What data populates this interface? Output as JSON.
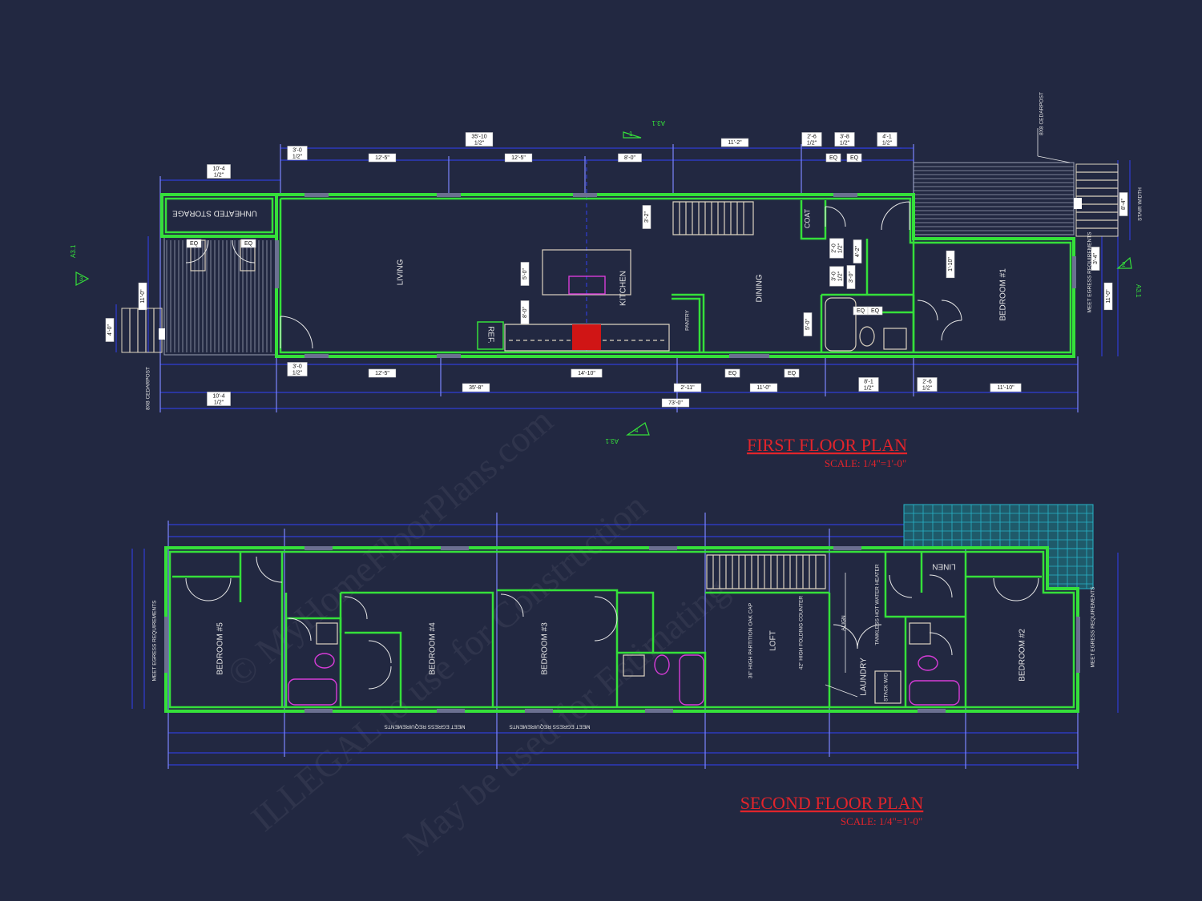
{
  "first_floor": {
    "title": "FIRST FLOOR PLAN",
    "scale": "SCALE: 1/4\"=1'-0\"",
    "rooms": {
      "unheated_storage": "UNHEATED STORAGE",
      "living": "LIVING",
      "kitchen": "KITCHEN",
      "pantry": "PANTRY",
      "ref": "REF.",
      "dining": "DINING",
      "coat": "COAT",
      "bedroom1": "BEDROOM #1",
      "egress": "MEET EGRESS REQUIREMENTS",
      "stair_width": "STAIR WIDTH",
      "post_a": "8X8 CEDARPOST",
      "post_b": "8X8 CEDARPOST"
    },
    "dims_top": [
      "10'-4 1/2\"",
      "3'-0 1/2\"",
      "35'-10 1/2\"",
      "12'-5\"",
      "12'-5\"",
      "8'-0\"",
      "11'-2\"",
      "2'-6 1/2\"",
      "3'-8 1/2\"",
      "4'-1 1/2\"",
      "EQ",
      "EQ"
    ],
    "dims_bottom": [
      "3'-0 1/2\"",
      "12'-5\"",
      "35'-8\"",
      "14'-10\"",
      "10'-4 1/2\"",
      "2'-11\"",
      "EQ",
      "EQ",
      "11'-0\"",
      "8'-1 1/2\"",
      "2'-6 1/2\"",
      "11'-10\"",
      "73'-0\""
    ],
    "dims_side": [
      "11'-0\"",
      "4'-0\"",
      "3'-2\"",
      "8'-0\"",
      "5'-0\"",
      "3'-0\"",
      "4'-2\"",
      "1'-10\"",
      "8'-4\"",
      "11'-0\"",
      "3'-4\"",
      "2'-0 1/2\"",
      "3'-0 1/2\"",
      "5'-0\"",
      "EQ",
      "EQ",
      "EQ",
      "EQ"
    ],
    "section_marks": [
      "A3.1",
      "A3.1",
      "A3.1",
      "A3.1"
    ],
    "section_numbers": [
      "1",
      "2",
      "3",
      "4"
    ]
  },
  "second_floor": {
    "title": "SECOND FLOOR PLAN",
    "scale": "SCALE: 1/4\"=1'-0\"",
    "rooms": {
      "bedroom5": "BEDROOM #5",
      "bedroom4": "BEDROOM #4",
      "bedroom3": "BEDROOM #3",
      "loft": "LOFT",
      "laundry": "LAUNDRY",
      "linen": "LINEN",
      "bedroom2": "BEDROOM #2",
      "stack": "STACK W/D",
      "heater": "TANKLESS HOT WATER HEATER",
      "counter": "42\" HIGH FOLDING COUNTER",
      "oak_cap": "36\" HIGH PARTITION OAK CAP",
      "align": "ALIGN",
      "egress_1": "MEET EGRESS REQUIREMENTS",
      "egress_2": "MEET EGRESS REQUIREMENTS",
      "egress_3": "MEET EGRESS REQUIREMENTS",
      "egress_4": "MEET EGRESS REQUIREMENTS"
    }
  },
  "watermark": [
    "© MyHomeFloorPlans.com",
    "ILLEGAL to use for Construction",
    "May be used for Estimating"
  ]
}
